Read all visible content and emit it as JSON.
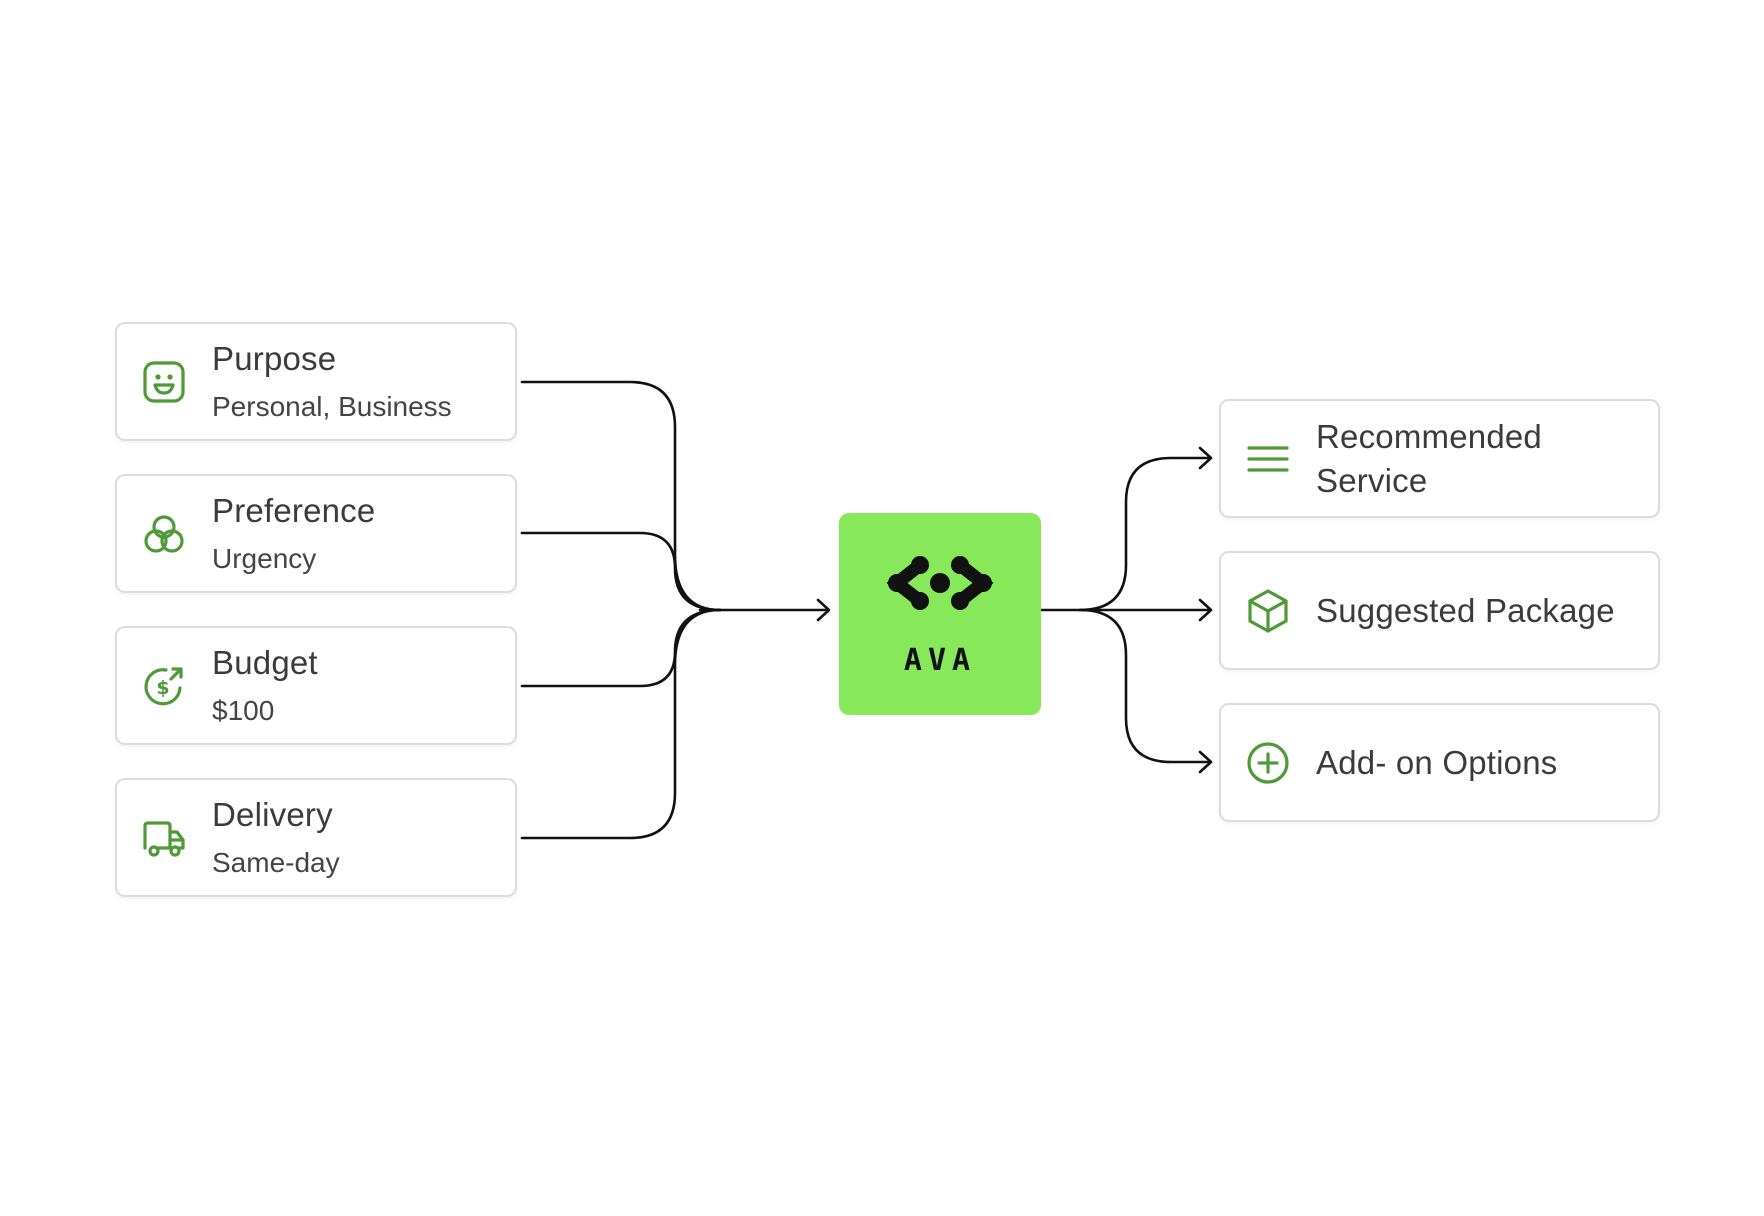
{
  "hub": {
    "label": "AVA",
    "color": "#87e85a",
    "icon": "ava-logo-icon"
  },
  "inputs": [
    {
      "title": "Purpose",
      "value": "Personal, Business",
      "icon": "smiley-face-icon"
    },
    {
      "title": "Preference",
      "value": "Urgency",
      "icon": "overlapping-circles-icon"
    },
    {
      "title": "Budget",
      "value": "$100",
      "icon": "dollar-growth-icon"
    },
    {
      "title": "Delivery",
      "value": "Same-day",
      "icon": "delivery-truck-icon"
    }
  ],
  "outputs": [
    {
      "title": "Recommended Service",
      "icon": "list-lines-icon"
    },
    {
      "title": "Suggested Package",
      "icon": "package-box-icon"
    },
    {
      "title": "Add- on Options",
      "icon": "plus-circle-icon"
    }
  ],
  "colors": {
    "accent": "#4f9a36",
    "hub": "#87e85a",
    "connector": "#111111",
    "card_border": "#dcdcdc",
    "text": "#3b3b3b"
  }
}
